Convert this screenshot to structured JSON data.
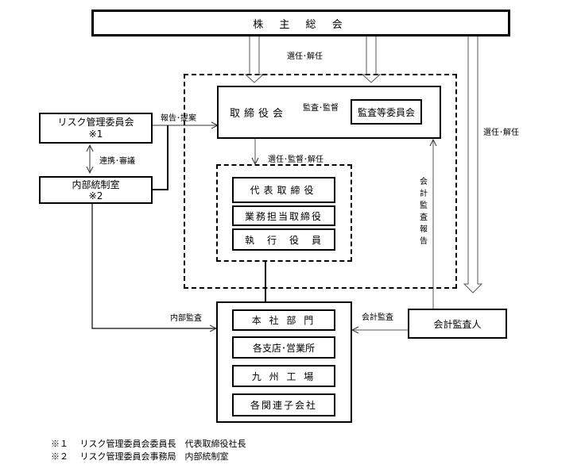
{
  "nodes": {
    "shareholders_meeting": "株 主 総 会",
    "board_of_directors": "取締役会",
    "audit_committee": "監査等委員会",
    "risk_committee": "リスク管理委員会",
    "risk_committee_note": "※1",
    "internal_control_office": "内部統制室",
    "internal_control_note": "※2",
    "representative_director": "代表取締役",
    "executive_director": "業務担当取締役",
    "executive_officers": "執　行　役　員",
    "head_office": "本 社 部 門",
    "branches": "各支店･営業所",
    "kyushu_factory": "九 州 工 場",
    "affiliates": "各関連子会社",
    "accounting_auditor": "会計監査人"
  },
  "edges": {
    "appoint_dismiss_board": "選任･解任",
    "appoint_dismiss_auditor": "選任･解任",
    "audit_supervise": "監査･監督",
    "report_propose": "報告･提案",
    "cooperation_deliberation": "連携･審議",
    "appoint_supervise_dismiss": "選任･監督･解任",
    "accounting_audit_report": "会計監査報告",
    "internal_audit": "内部監査",
    "accounting_audit": "会計監査"
  },
  "footnotes": [
    {
      "mark": "※１",
      "text": "リスク管理委員会委員長　代表取締役社長"
    },
    {
      "mark": "※２",
      "text": "リスク管理委員会事務局　内部統制室"
    }
  ]
}
